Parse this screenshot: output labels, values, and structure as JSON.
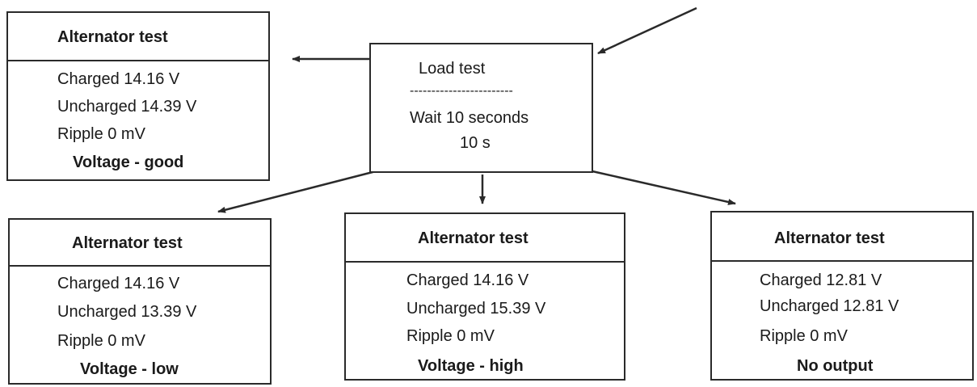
{
  "load_test": {
    "title": "Load test",
    "separator": "------------------------",
    "instruction": "Wait 10 seconds",
    "timer": "10 s"
  },
  "results": [
    {
      "title": "Alternator test",
      "charged": "Charged 14.16 V",
      "uncharged": "Uncharged 14.39 V",
      "ripple": "Ripple 0 mV",
      "verdict": "Voltage - good"
    },
    {
      "title": "Alternator test",
      "charged": "Charged 14.16 V",
      "uncharged": "Uncharged 13.39 V",
      "ripple": "Ripple 0 mV",
      "verdict": "Voltage - low"
    },
    {
      "title": "Alternator test",
      "charged": "Charged 14.16 V",
      "uncharged": "Uncharged 15.39 V",
      "ripple": "Ripple 0 mV",
      "verdict": "Voltage - high"
    },
    {
      "title": "Alternator test",
      "charged": "Charged 12.81 V",
      "uncharged": "Uncharged 12.81 V",
      "ripple": "Ripple 0 mV",
      "verdict": "No output"
    }
  ]
}
